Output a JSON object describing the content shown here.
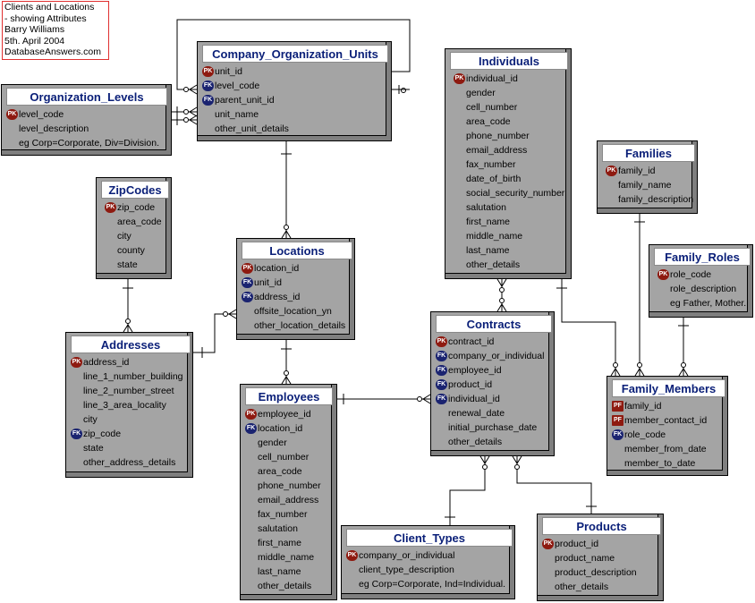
{
  "note": {
    "lines": [
      "Clients and Locations",
      "- showing Attributes",
      "Barry Williams",
      "5th. April 2004",
      "DatabaseAnswers.com"
    ]
  },
  "entities": {
    "company_units": {
      "title": "Company_Organization_Units",
      "attributes": [
        {
          "key": "PK",
          "name": "unit_id"
        },
        {
          "key": "FK",
          "name": "level_code"
        },
        {
          "key": "FK",
          "name": "parent_unit_id"
        },
        {
          "key": "",
          "name": "unit_name"
        },
        {
          "key": "",
          "name": "other_unit_details"
        }
      ]
    },
    "org_levels": {
      "title": "Organization_Levels",
      "attributes": [
        {
          "key": "PK",
          "name": "level_code"
        },
        {
          "key": "",
          "name": "level_description"
        },
        {
          "key": "",
          "name": "eg Corp=Corporate, Div=Division."
        }
      ]
    },
    "zipcodes": {
      "title": "ZipCodes",
      "attributes": [
        {
          "key": "PK",
          "name": "zip_code"
        },
        {
          "key": "",
          "name": "area_code"
        },
        {
          "key": "",
          "name": "city"
        },
        {
          "key": "",
          "name": "county"
        },
        {
          "key": "",
          "name": "state"
        }
      ]
    },
    "locations": {
      "title": "Locations",
      "attributes": [
        {
          "key": "PK",
          "name": "location_id"
        },
        {
          "key": "FK",
          "name": "unit_id"
        },
        {
          "key": "FK",
          "name": "address_id"
        },
        {
          "key": "",
          "name": "offsite_location_yn"
        },
        {
          "key": "",
          "name": "other_location_details"
        }
      ]
    },
    "addresses": {
      "title": "Addresses",
      "attributes": [
        {
          "key": "PK",
          "name": "address_id"
        },
        {
          "key": "",
          "name": "line_1_number_building"
        },
        {
          "key": "",
          "name": "line_2_number_street"
        },
        {
          "key": "",
          "name": "line_3_area_locality"
        },
        {
          "key": "",
          "name": "city"
        },
        {
          "key": "FK",
          "name": "zip_code"
        },
        {
          "key": "",
          "name": "state"
        },
        {
          "key": "",
          "name": "other_address_details"
        }
      ]
    },
    "employees": {
      "title": "Employees",
      "attributes": [
        {
          "key": "PK",
          "name": "employee_id"
        },
        {
          "key": "FK",
          "name": "location_id"
        },
        {
          "key": "",
          "name": "gender"
        },
        {
          "key": "",
          "name": "cell_number"
        },
        {
          "key": "",
          "name": "area_code"
        },
        {
          "key": "",
          "name": "phone_number"
        },
        {
          "key": "",
          "name": "email_address"
        },
        {
          "key": "",
          "name": "fax_number"
        },
        {
          "key": "",
          "name": "salutation"
        },
        {
          "key": "",
          "name": "first_name"
        },
        {
          "key": "",
          "name": "middle_name"
        },
        {
          "key": "",
          "name": "last_name"
        },
        {
          "key": "",
          "name": "other_details"
        }
      ]
    },
    "individuals": {
      "title": "Individuals",
      "attributes": [
        {
          "key": "PK",
          "name": "individual_id"
        },
        {
          "key": "",
          "name": "gender"
        },
        {
          "key": "",
          "name": "cell_number"
        },
        {
          "key": "",
          "name": "area_code"
        },
        {
          "key": "",
          "name": "phone_number"
        },
        {
          "key": "",
          "name": "email_address"
        },
        {
          "key": "",
          "name": "fax_number"
        },
        {
          "key": "",
          "name": "date_of_birth"
        },
        {
          "key": "",
          "name": "social_security_number"
        },
        {
          "key": "",
          "name": "salutation"
        },
        {
          "key": "",
          "name": "first_name"
        },
        {
          "key": "",
          "name": "middle_name"
        },
        {
          "key": "",
          "name": "last_name"
        },
        {
          "key": "",
          "name": "other_details"
        }
      ]
    },
    "families": {
      "title": "Families",
      "attributes": [
        {
          "key": "PK",
          "name": "family_id"
        },
        {
          "key": "",
          "name": "family_name"
        },
        {
          "key": "",
          "name": "family_description"
        }
      ]
    },
    "family_roles": {
      "title": "Family_Roles",
      "attributes": [
        {
          "key": "PK",
          "name": "role_code"
        },
        {
          "key": "",
          "name": "role_description"
        },
        {
          "key": "",
          "name": "eg Father, Mother."
        }
      ]
    },
    "contracts": {
      "title": "Contracts",
      "attributes": [
        {
          "key": "PK",
          "name": "contract_id"
        },
        {
          "key": "FK",
          "name": "company_or_individual"
        },
        {
          "key": "FK",
          "name": "employee_id"
        },
        {
          "key": "FK",
          "name": "product_id"
        },
        {
          "key": "FK",
          "name": "individual_id"
        },
        {
          "key": "",
          "name": "renewal_date"
        },
        {
          "key": "",
          "name": "initial_purchase_date"
        },
        {
          "key": "",
          "name": "other_details"
        }
      ]
    },
    "family_members": {
      "title": "Family_Members",
      "attributes": [
        {
          "key": "PF",
          "name": "family_id"
        },
        {
          "key": "PF",
          "name": "member_contact_id"
        },
        {
          "key": "FK",
          "name": "role_code"
        },
        {
          "key": "",
          "name": "member_from_date"
        },
        {
          "key": "",
          "name": "member_to_date"
        }
      ]
    },
    "client_types": {
      "title": "Client_Types",
      "attributes": [
        {
          "key": "PK",
          "name": "company_or_individual"
        },
        {
          "key": "",
          "name": "client_type_description"
        },
        {
          "key": "",
          "name": "eg Corp=Corporate, Ind=Individual."
        }
      ]
    },
    "products": {
      "title": "Products",
      "attributes": [
        {
          "key": "PK",
          "name": "product_id"
        },
        {
          "key": "",
          "name": "product_name"
        },
        {
          "key": "",
          "name": "product_description"
        },
        {
          "key": "",
          "name": "other_details"
        }
      ]
    }
  }
}
